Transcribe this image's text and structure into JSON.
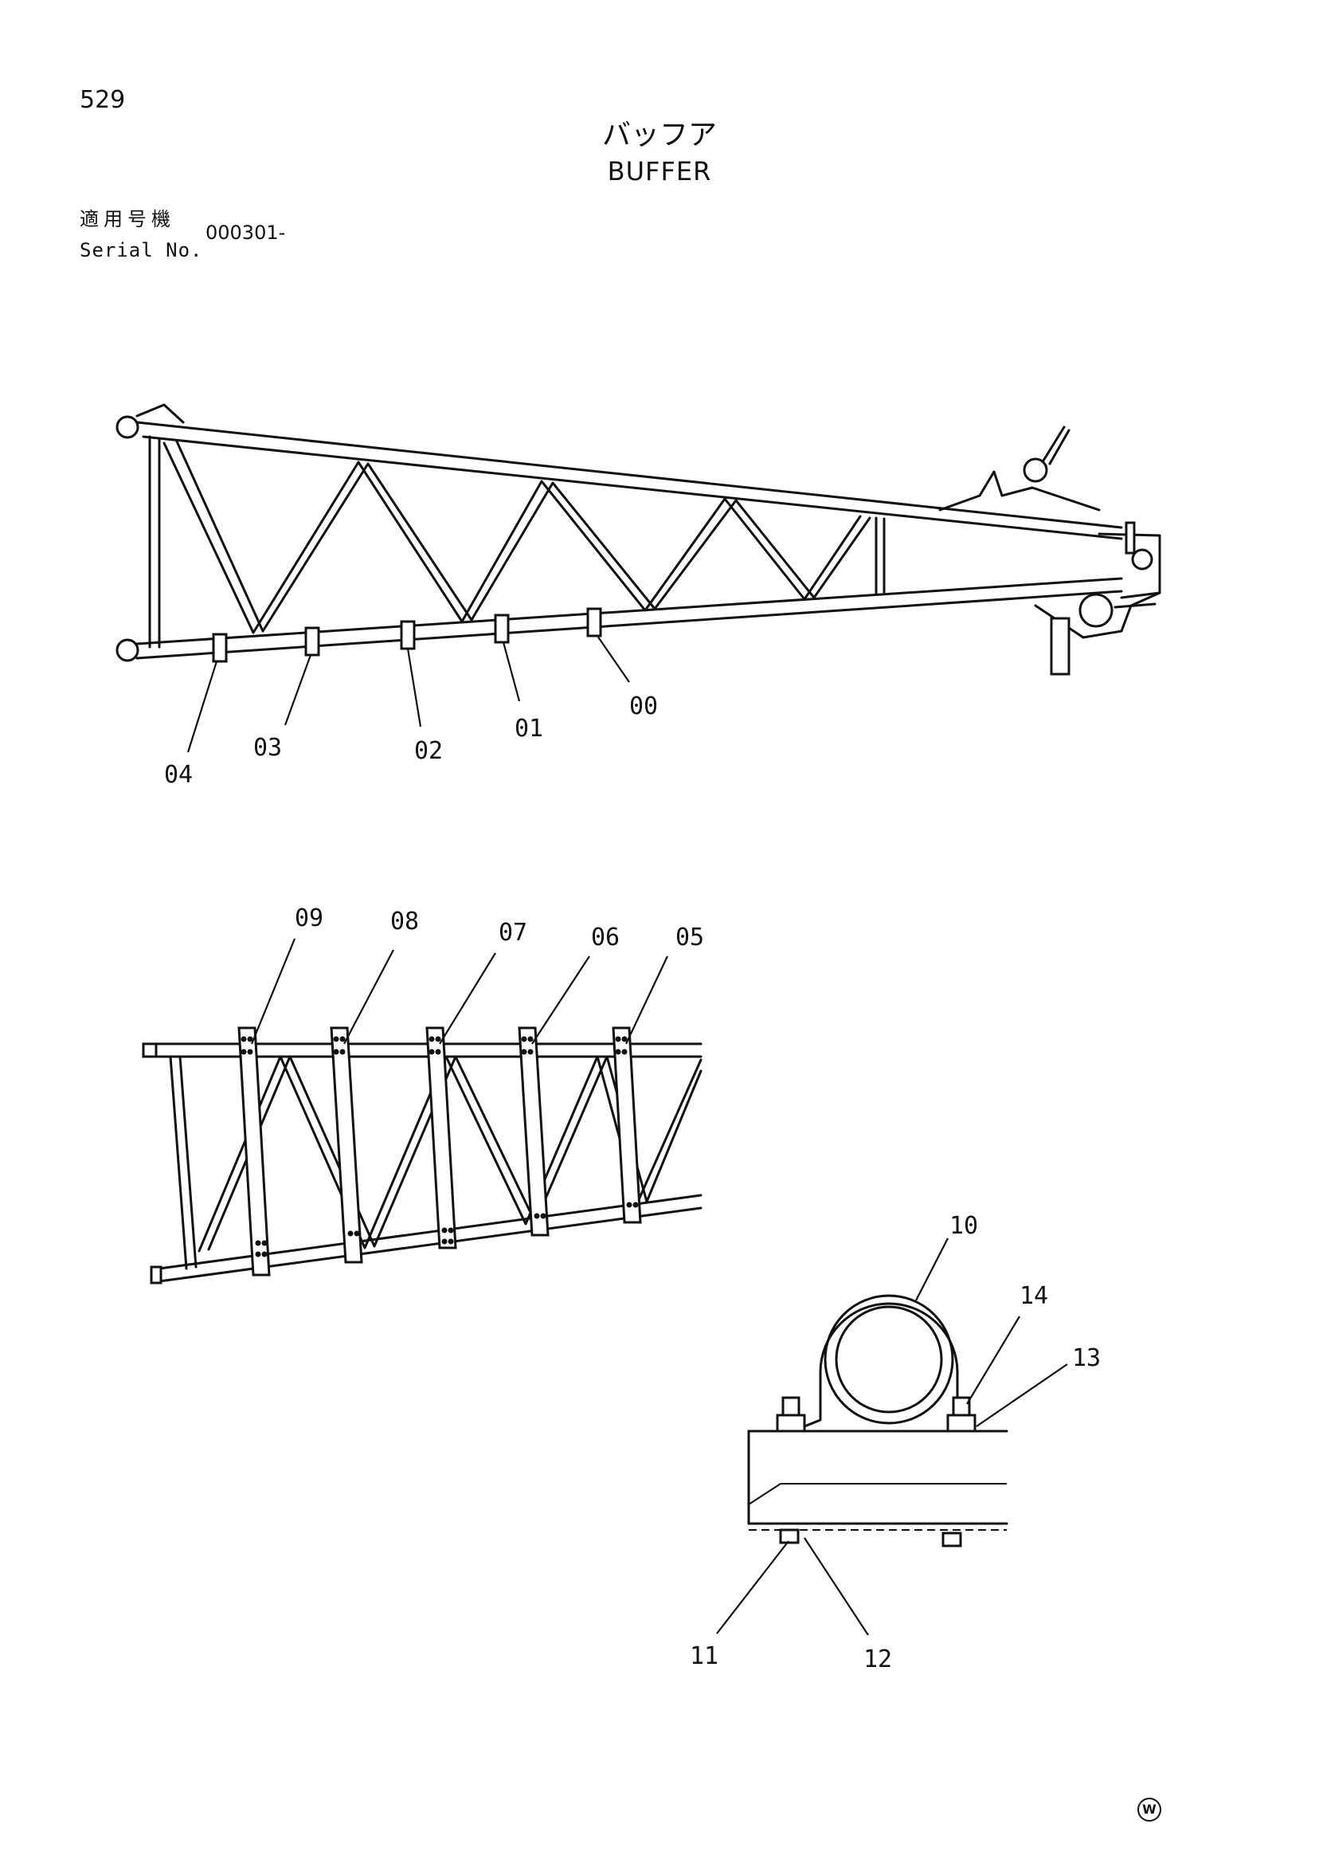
{
  "page": {
    "number": "529"
  },
  "title": {
    "japanese": "バッフア",
    "english": "BUFFER"
  },
  "serial": {
    "label_jp": "適用号機",
    "label_en": "Serial No.",
    "value": "000301-"
  },
  "callouts": {
    "c00": "00",
    "c01": "01",
    "c02": "02",
    "c03": "03",
    "c04": "04",
    "c05": "05",
    "c06": "06",
    "c07": "07",
    "c08": "08",
    "c09": "09",
    "c10": "10",
    "c11": "11",
    "c12": "12",
    "c13": "13",
    "c14": "14"
  },
  "footer": {
    "mark": "W"
  }
}
